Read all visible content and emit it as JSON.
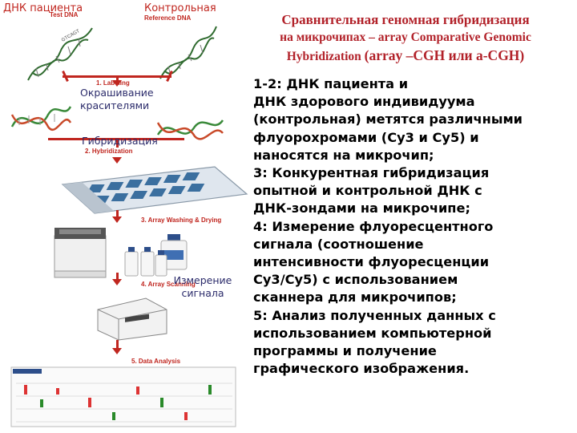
{
  "labels": {
    "patient_dna": "ДНК пациента",
    "test_dna": "Test DNA",
    "control": "Контрольная",
    "reference_dna": "Reference DNA"
  },
  "steps": {
    "s1_en": "1. Labeling",
    "s1_ru": "Окрашивание красителями",
    "s2_ru": "Гибридизация",
    "s2_en": "2. Hybridization",
    "s3_en": "3. Array Washing & Drying",
    "s4_en": "4. Array Scanning",
    "s4_ru": "Измерение сигнала",
    "s5_en": "5. Data Analysis"
  },
  "title": {
    "line1": "Сравнительная геномная гибридизация",
    "line2": "на микрочипах – array Comparative Genomic",
    "line3a": "Hybridization",
    "line3b": "(array –CGH или a-CGH)"
  },
  "body": {
    "lines": [
      "1-2:  ДНК пациента и",
      "ДНК здорового  индивидуума",
      "(контрольная) метятся  различными",
      "флуорохромами (Су3  и Су5)  и",
      "наносятся на микрочип;",
      " 3:  Конкурентная гибридизация",
      " опытной и контрольной ДНК  с",
      "ДНК-зондами на микрочипе;",
      " 4:  Измерение флуоресцентного",
      "сигнала  (соотношение",
      "интенсивности   флуоресценции",
      "Су3/Су5)  с  использованием",
      "сканнера для микрочипов;",
      " 5:  Анализ полученных данных с",
      "использованием компьютерной",
      "программы и получение",
      "графического изображения."
    ]
  },
  "colors": {
    "accent_red": "#c0261f",
    "title_red": "#b2222a",
    "caption_navy": "#2a2a6a",
    "dna_green": "#2f6b2f",
    "dna_red": "#b8332b"
  },
  "icons": [
    "dna-helix-icon",
    "microarray-slide-icon",
    "washing-station-icon",
    "reagent-bottles-icon",
    "scanner-icon",
    "data-analysis-sheet-icon"
  ]
}
